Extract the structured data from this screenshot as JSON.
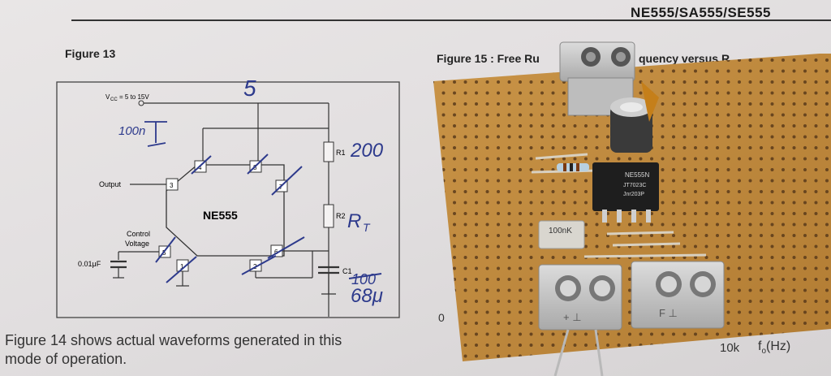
{
  "document": {
    "header": "NE555/SA555/SE555",
    "figure13_title": "Figure 13",
    "figure15_title": "Figure 15 : Free Ru",
    "figure15_cont": "quency versus R",
    "body_line1": "Figure 14 shows actual waveforms generated in this",
    "body_line2": "mode of operation.",
    "axis_tick": "10k",
    "axis_label": "f",
    "axis_label_sub": "o",
    "axis_label_unit": "(Hz)"
  },
  "schematic": {
    "vcc_label": "V",
    "vcc_sub": "CC",
    "vcc_range": "= 5 to 15V",
    "chip_label": "NE555",
    "output_label": "Output",
    "control_label_1": "Control",
    "control_label_2": "Voltage",
    "cap_label": "0.01μF",
    "r1_label": "R1",
    "r2_label": "R2",
    "c1_label": "C1",
    "pins": [
      "4",
      "8",
      "3",
      "7",
      "5",
      "6",
      "1",
      "2"
    ]
  },
  "handwriting": {
    "top": "5",
    "cap": "100n",
    "r1": "200",
    "r2": "R",
    "r2_sub": "T",
    "c1_old": "100",
    "c1_new": "68μ"
  },
  "board": {
    "ic_line1": "NE555N",
    "ic_line2": "JT7023C",
    "ic_line3": "Jnr203P",
    "cap_value": "100nK",
    "terminal_left_marks": "+  ⊥",
    "terminal_right_marks": "F  ⊥"
  },
  "colors": {
    "paper": "#e4e1e2",
    "ink_blue": "#2d3a8c",
    "stripboard": "#c08a3c",
    "terminal": "#c9c9c9"
  }
}
